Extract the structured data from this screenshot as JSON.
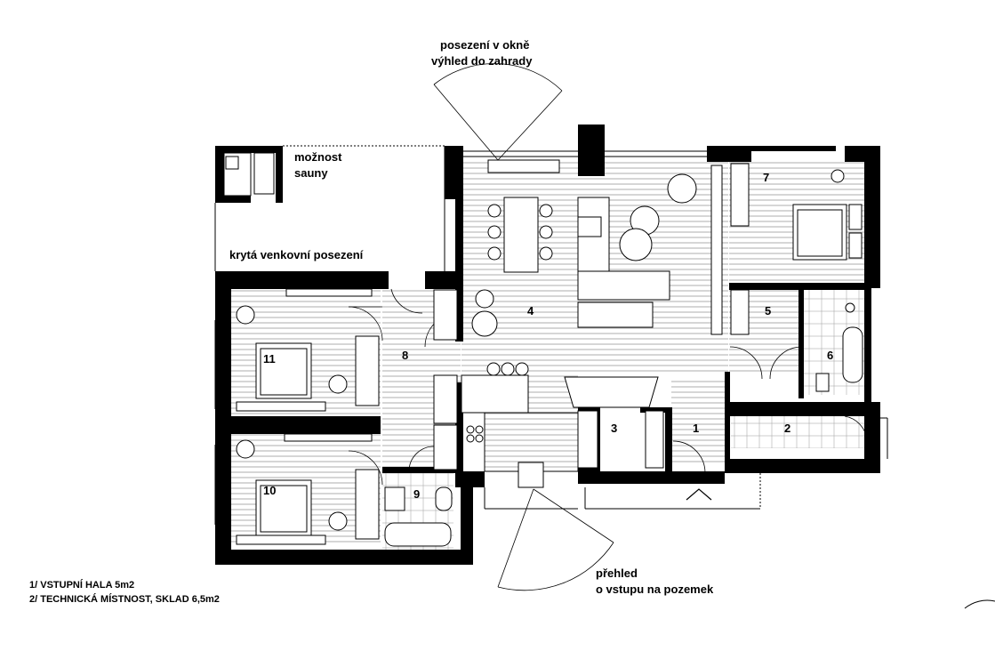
{
  "annotations": {
    "window_seat_line1": "posezení v okně",
    "window_seat_line2": "výhled do zahrady",
    "sauna_line1": "možnost",
    "sauna_line2": "sauny",
    "covered_seating": "krytá venkovní posezení",
    "overview_line1": "přehled",
    "overview_line2": "o vstupu na pozemek"
  },
  "rooms": {
    "r1": "1",
    "r2": "2",
    "r3": "3",
    "r4": "4",
    "r5": "5",
    "r6": "6",
    "r7": "7",
    "r8": "8",
    "r9": "9",
    "r10": "10",
    "r11": "11"
  },
  "legend": [
    "1/ VSTUPNÍ HALA  5m2",
    "2/ TECHNICKÁ MÍSTNOST, SKLAD  6,5m2"
  ],
  "colors": {
    "wall": "#000000",
    "floor_hatch": "#8c8c8c",
    "background": "#ffffff"
  }
}
